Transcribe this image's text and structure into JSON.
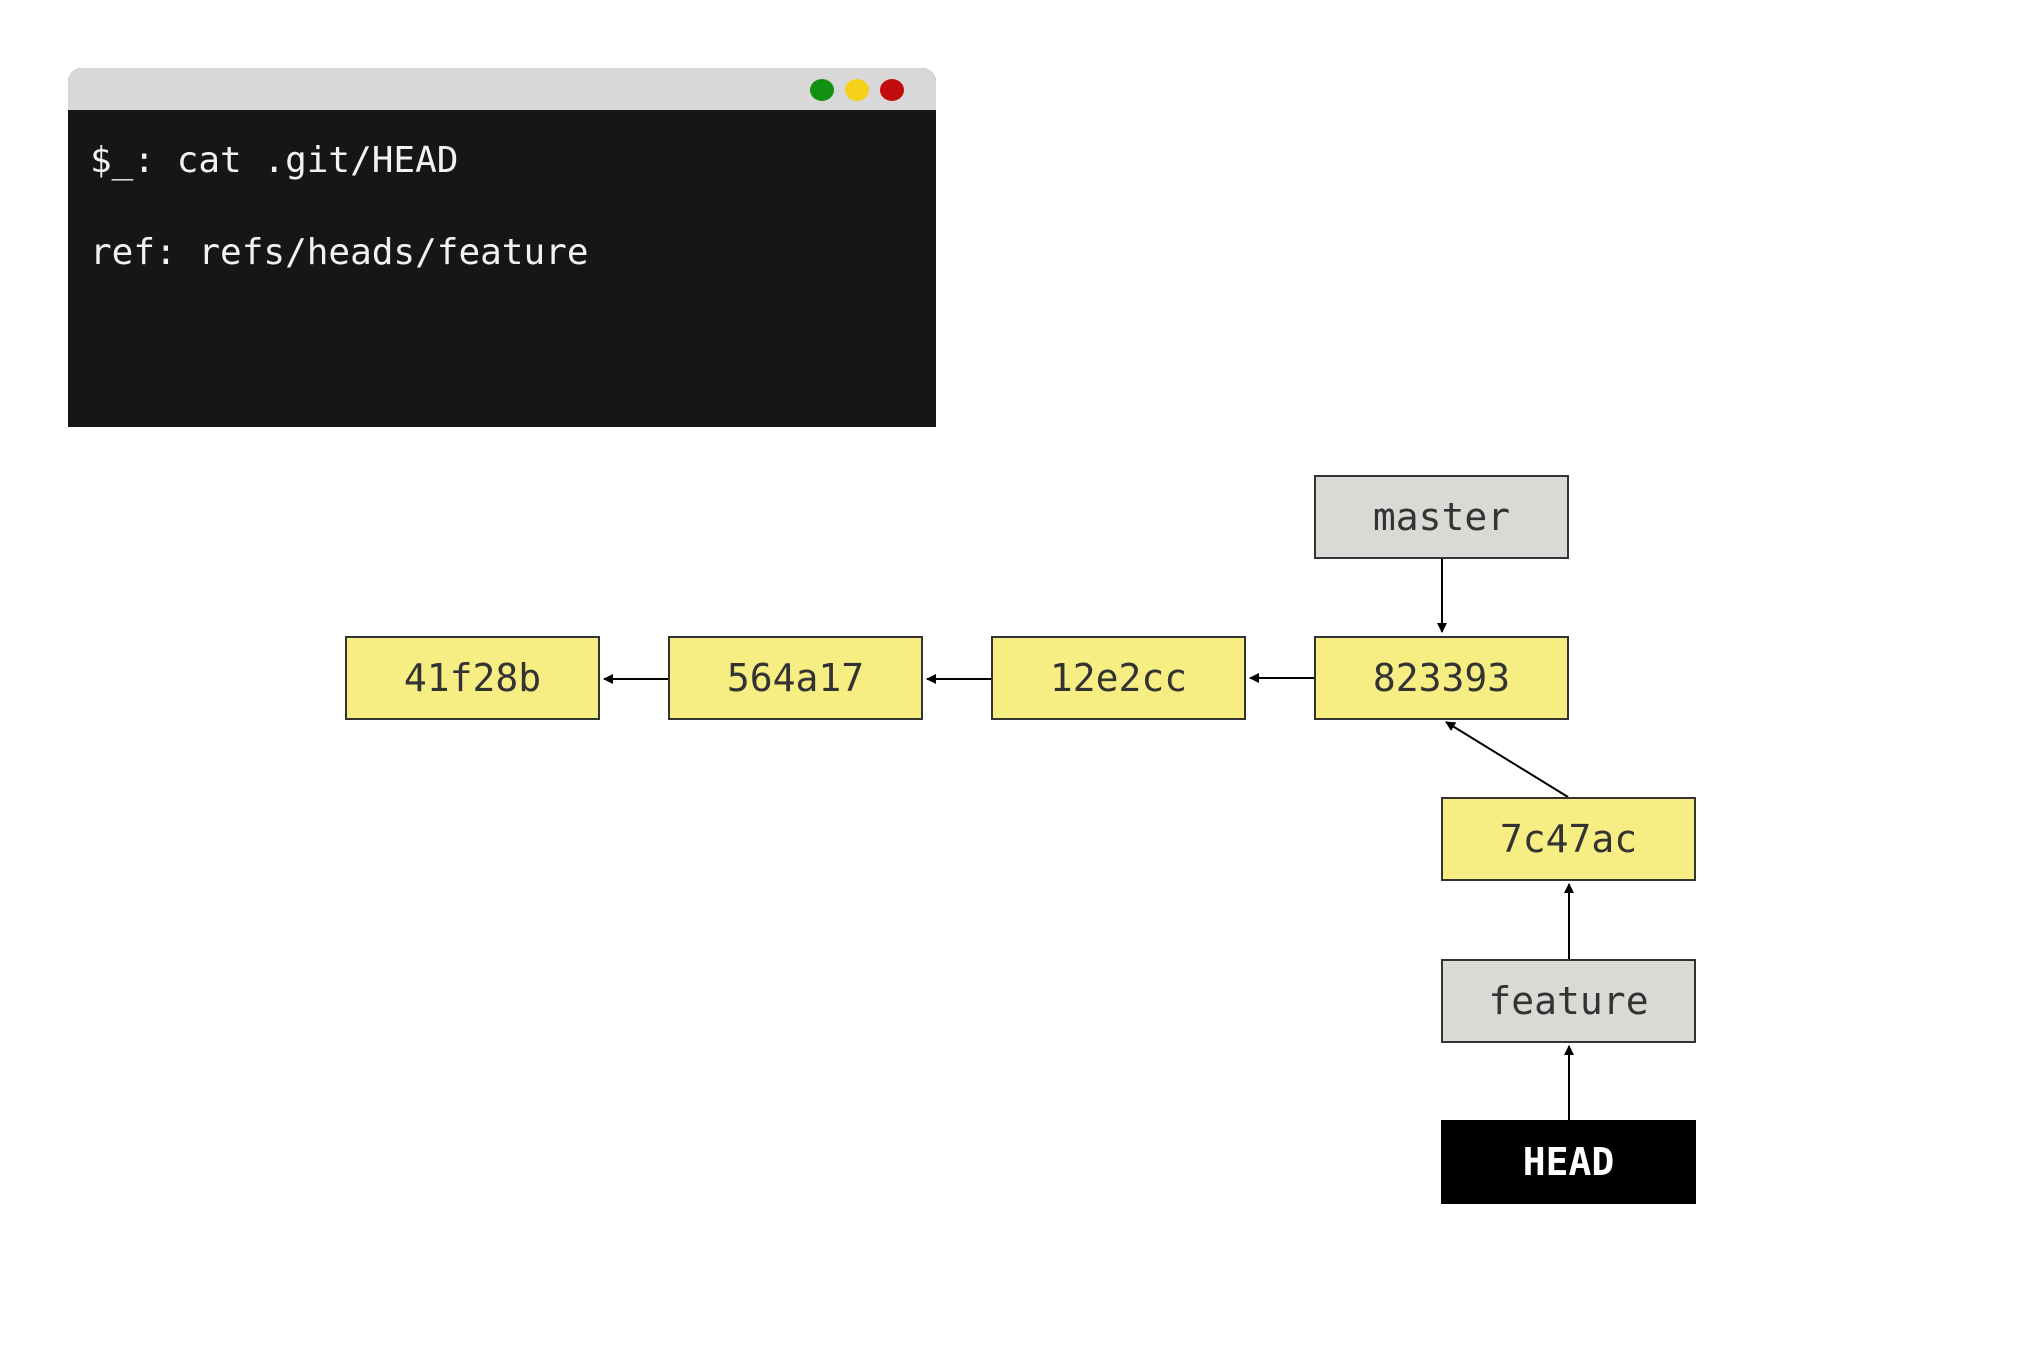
{
  "terminal": {
    "command": "$_: cat .git/HEAD",
    "output": "ref: refs/heads/feature",
    "controls": {
      "green": "#11910f",
      "yellow": "#f5d11a",
      "red": "#c30d0d"
    }
  },
  "graph": {
    "commits": [
      {
        "id": "41f28b"
      },
      {
        "id": "564a17"
      },
      {
        "id": "12e2cc"
      },
      {
        "id": "823393"
      },
      {
        "id": "7c47ac"
      }
    ],
    "branches": {
      "master": "master",
      "feature": "feature"
    },
    "head": "HEAD",
    "colors": {
      "commit": "#f6ee82",
      "branch": "#d9d9d6",
      "head": "#000000"
    }
  }
}
